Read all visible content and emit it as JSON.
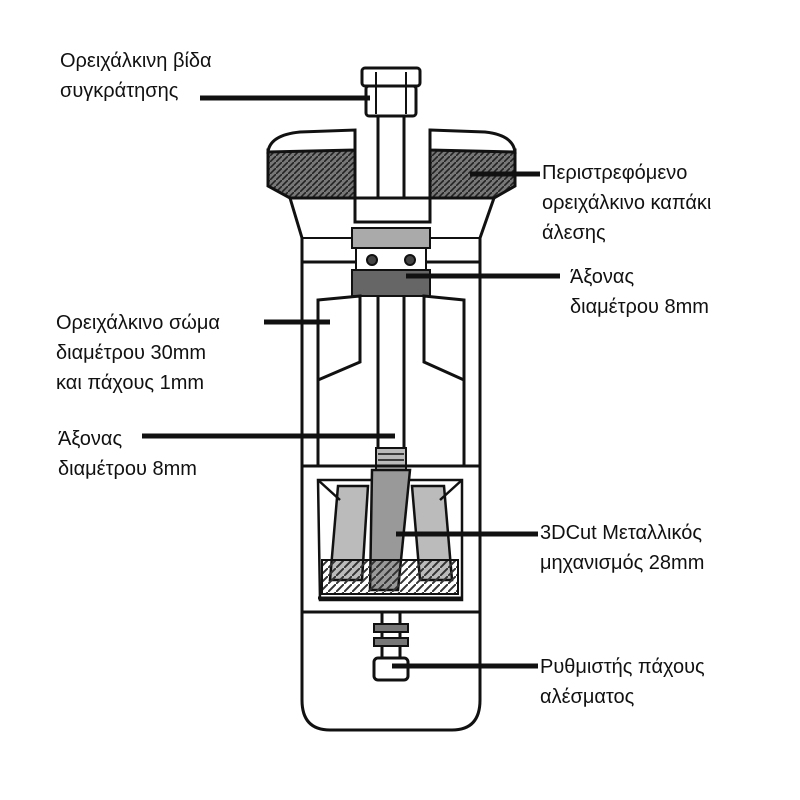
{
  "labels": {
    "screw": [
      "Ορειχάλκινη βίδα",
      "συγκράτησης"
    ],
    "cap": [
      "Περιστρεφόμενο",
      "ορειχάλκινο καπάκι",
      "άλεσης"
    ],
    "axis_top": [
      "Άξονας",
      "διαμέτρου 8mm"
    ],
    "body": [
      "Ορειχάλκινο σώμα",
      "διαμέτρου 30mm",
      "και πάχους 1mm"
    ],
    "axis_mid": [
      "Άξονας",
      "διαμέτρου 8mm"
    ],
    "mechanism": [
      "3DCut Μεταλλικός",
      "μηχανισμός 28mm"
    ],
    "adjuster": [
      "Ρυθμιστής πάχους",
      "αλέσματος"
    ]
  }
}
